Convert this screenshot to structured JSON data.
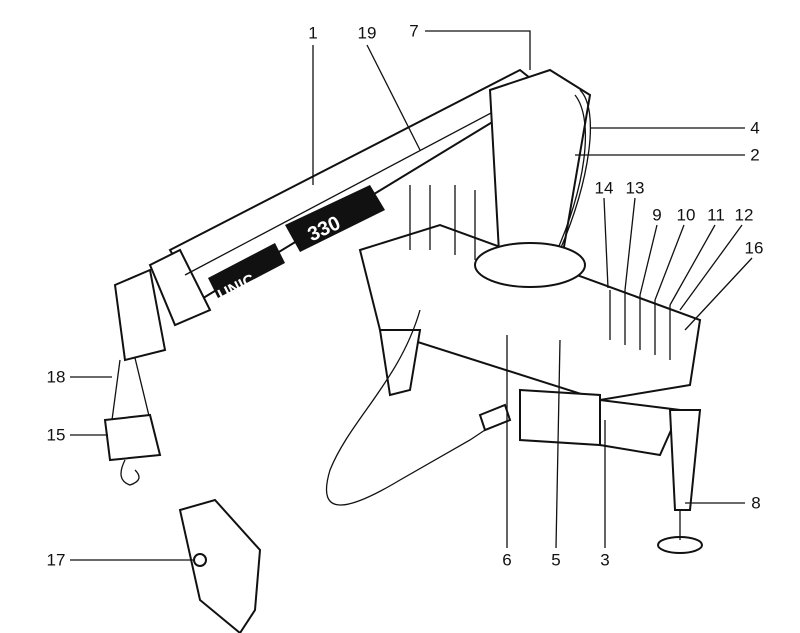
{
  "diagram": {
    "boom_brand": "UNIC",
    "boom_model": "330",
    "callouts": [
      "1",
      "19",
      "7",
      "4",
      "2",
      "14",
      "13",
      "9",
      "10",
      "11",
      "12",
      "16",
      "18",
      "15",
      "17",
      "6",
      "5",
      "3",
      "8"
    ]
  }
}
